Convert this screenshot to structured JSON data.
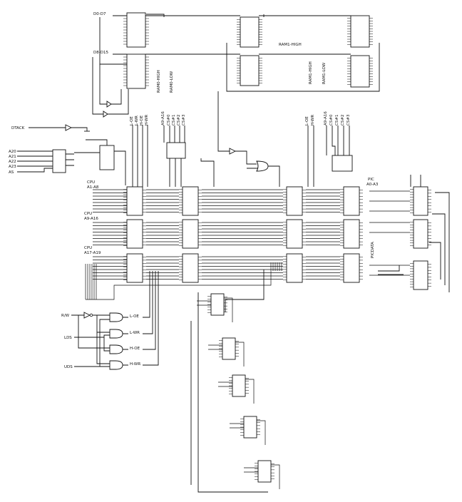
{
  "bus_labels": {
    "d0_d7": "D0-D7",
    "d8_d15": "D8-D15",
    "dtack": "DTACK",
    "a20": "A20",
    "a21": "A21",
    "a22": "A22",
    "a23": "A23",
    "as": "AS",
    "cpu_a1_a8_line1": "CPU",
    "cpu_a1_a8_line2": "A1-A8",
    "cpu_a9_a16_line1": "CPU",
    "cpu_a9_a16_line2": "A9-A16",
    "cpu_a17_a19_line1": "CPU",
    "cpu_a17_a19_line2": "A17-A19",
    "rw": "R/W",
    "lds": "LDS",
    "uds": "UDS",
    "pic_line1": "PIC",
    "pic_line2": "A0-A3",
    "pic_data": "PICDATA"
  },
  "ram_labels": {
    "ram1_high": "RAM1-HIGH",
    "ram0_high": "RAM0-HIGH",
    "ram0_low": "RAM0-LOW",
    "ram1_high_v": "RAM1-HIGH",
    "ram1_low_v": "RAM1-LOW"
  },
  "control_signals_left": [
    "L-OE",
    "L-WR",
    "H-OE",
    "H-WR",
    "A9-A16",
    "CS#0",
    "CS#1",
    "CS#2",
    "CS#3"
  ],
  "control_signals_right": [
    "L-OE",
    "H-WR",
    "A9-A16",
    "CS#0",
    "CS#1",
    "CS#2",
    "CS#3"
  ],
  "gate_outputs": [
    "L-OE",
    "L-WR",
    "H-OE",
    "H-WR"
  ]
}
